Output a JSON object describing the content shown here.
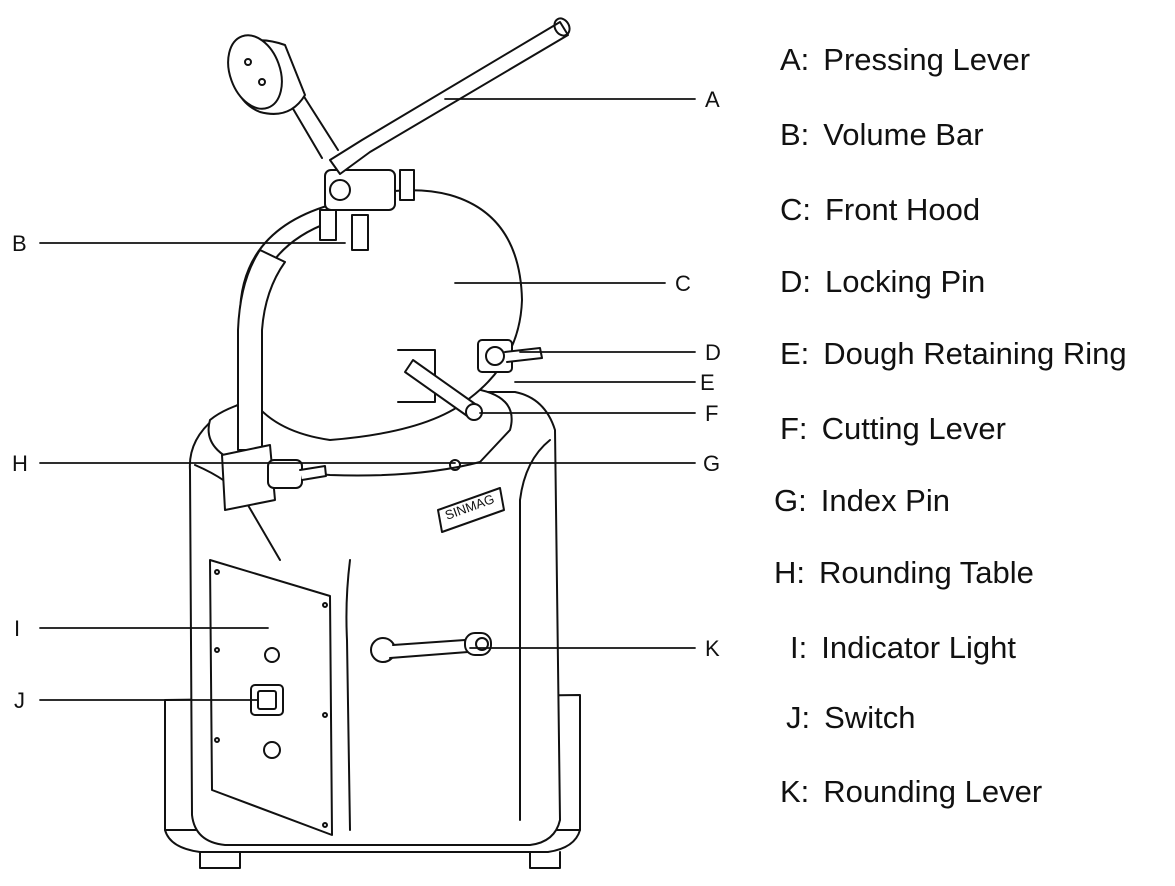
{
  "callouts": [
    "A",
    "B",
    "C",
    "D",
    "E",
    "F",
    "G",
    "H",
    "I",
    "J",
    "K"
  ],
  "legend": [
    {
      "key": "A:",
      "label": "Pressing Lever"
    },
    {
      "key": "B:",
      "label": "Volume Bar"
    },
    {
      "key": "C:",
      "label": "Front Hood"
    },
    {
      "key": "D:",
      "label": "Locking Pin"
    },
    {
      "key": "E:",
      "label": "Dough Retaining Ring"
    },
    {
      "key": "F:",
      "label": "Cutting Lever"
    },
    {
      "key": "G:",
      "label": "Index Pin"
    },
    {
      "key": "H:",
      "label": "Rounding Table"
    },
    {
      "key": "I:",
      "label": "Indicator Light"
    },
    {
      "key": "J:",
      "label": "Switch"
    },
    {
      "key": "K:",
      "label": "Rounding Lever"
    }
  ],
  "nameplate": "SINMAG",
  "colors": {
    "line": "#111111",
    "background": "#ffffff"
  }
}
